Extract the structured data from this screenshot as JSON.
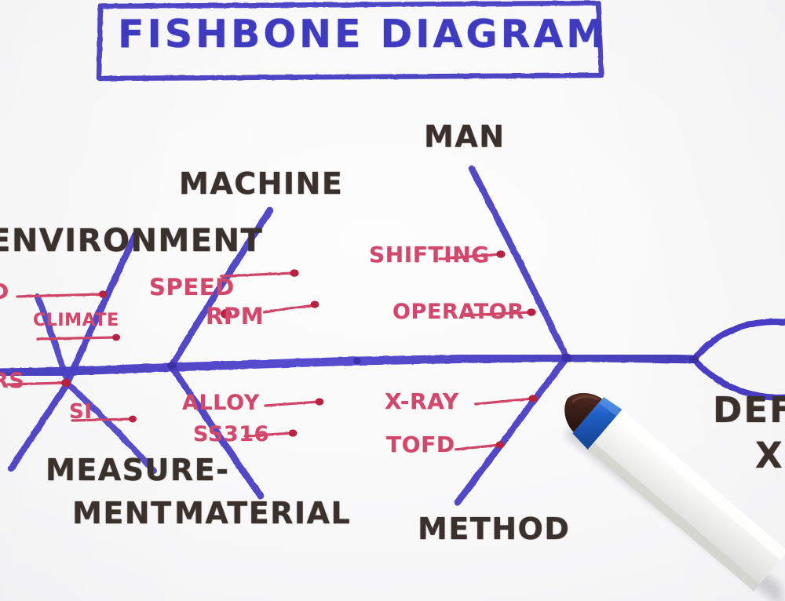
{
  "doc": {
    "kind": "hand-drawn-whiteboard-fishbone-diagram",
    "title": "FISHBONE DIAGRAM",
    "surface": "white paper / whiteboard"
  },
  "colors": {
    "background": "#f7f7f8",
    "spine_blue": "#4a3fc4",
    "title_blue": "#3e3bc0",
    "cause_red": "#d2486c",
    "category_black": "#3a312d",
    "pen_body_white": "#f2f2ef",
    "pen_collar_blue": "#1f5fc4",
    "pen_tip_brown": "#4a2a22"
  },
  "title_box": {
    "label": "FISHBONE DIAGRAM",
    "border_color": "#3e3bc0"
  },
  "head": {
    "effect_line1": "DEF",
    "effect_line2": "X",
    "note": "effect text cropped at right image edge (reads as DEFECT / X...)"
  },
  "categories": [
    {
      "id": "environment",
      "label": "ENVIRONMENT",
      "position": "upper-left",
      "cropped": true,
      "causes": [
        {
          "label": "D",
          "cropped": true
        },
        {
          "label": "CLIMATE",
          "cropped": false
        }
      ]
    },
    {
      "id": "machine",
      "label": "MACHINE",
      "position": "upper-left-mid",
      "cropped": false,
      "causes": [
        {
          "label": "SPEED",
          "cropped": false
        },
        {
          "label": "RPM",
          "cropped": false
        }
      ]
    },
    {
      "id": "man",
      "label": "MAN",
      "position": "upper-right",
      "cropped": false,
      "causes": [
        {
          "label": "SHIFTING",
          "cropped": false
        },
        {
          "label": "OPERATOR",
          "cropped": false
        }
      ]
    },
    {
      "id": "measurement",
      "label_line1": "MEASURE-",
      "label_line2": "MENT",
      "label": "MEASUREMENT",
      "position": "lower-left",
      "cropped": false,
      "causes": [
        {
          "label": "RS",
          "cropped": true
        },
        {
          "label": "SI",
          "cropped": false
        }
      ]
    },
    {
      "id": "material",
      "label": "MATERIAL",
      "position": "lower-left-mid",
      "cropped": false,
      "causes": [
        {
          "label": "ALLOY",
          "cropped": false
        },
        {
          "label": "SS316",
          "cropped": false
        }
      ]
    },
    {
      "id": "method",
      "label": "METHOD",
      "position": "lower-right",
      "cropped": false,
      "causes": [
        {
          "label": "X-RAY",
          "cropped": false
        },
        {
          "label": "TOFD",
          "cropped": false
        }
      ]
    }
  ],
  "pen": {
    "name": "whiteboard-marker",
    "body_color": "#f2f2ef",
    "collar_color": "#1f5fc4",
    "tip_color": "#4a2a22"
  }
}
